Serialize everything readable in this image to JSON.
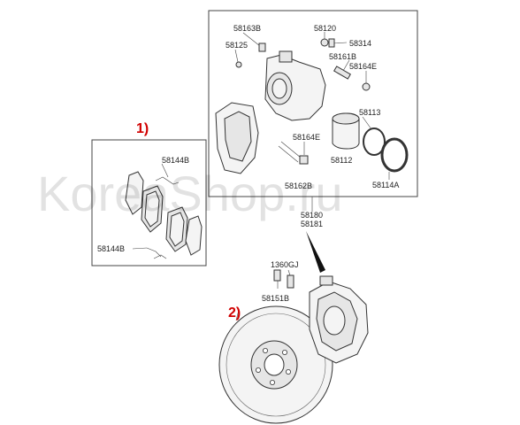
{
  "watermark": "KoreaShop.ru",
  "callouts": {
    "pads": "1)",
    "disc": "2)"
  },
  "labels": {
    "p58163B": "58163B",
    "p58120": "58120",
    "p58125": "58125",
    "p58314": "58314",
    "p58161B": "58161B",
    "p58164E_top": "58164E",
    "p58113": "58113",
    "p58164E_mid": "58164E",
    "p58112": "58112",
    "p58162B": "58162B",
    "p58114A": "58114A",
    "p58180": "58180",
    "p58181": "58181",
    "p58144B_top": "58144B",
    "p58144B_bottom": "58144B",
    "p1360GJ": "1360GJ",
    "p58151B": "58151B"
  },
  "colors": {
    "callout": "#d10000",
    "line": "#333333",
    "part_fill": "#f4f4f4"
  }
}
